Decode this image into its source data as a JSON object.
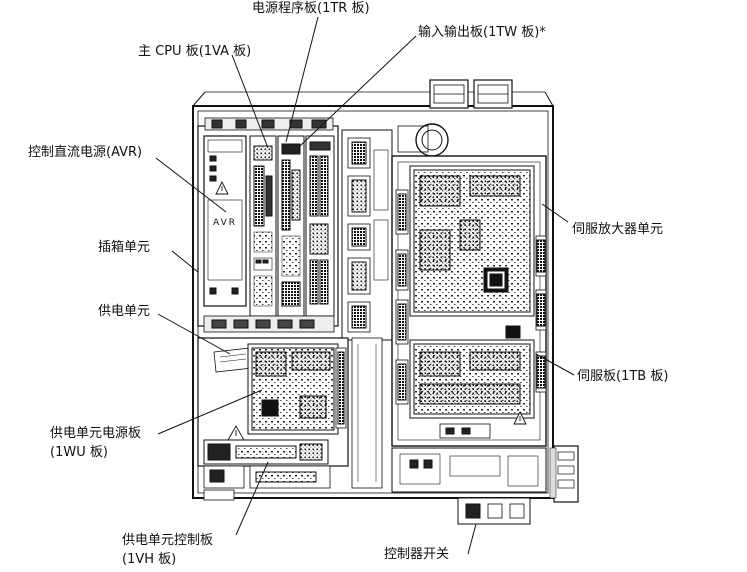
{
  "labels": {
    "power_program_board": "电源程序板(1TR 板)",
    "io_board": "输入输出板(1TW 板)*",
    "main_cpu_board": "主 CPU 板(1VA 板)",
    "control_dc_power": "控制直流电源(AVR)",
    "rack_unit": "插箱单元",
    "power_supply_unit": "供电单元",
    "psu_power_board_line1": "供电单元电源板",
    "psu_power_board_line2": "(1WU 板)",
    "psu_control_board_line1": "供电单元控制板",
    "psu_control_board_line2": "(1VH 板)",
    "servo_amp_unit": "伺服放大器单元",
    "servo_board": "伺服板(1TB 板)",
    "controller_switch": "控制器开关"
  },
  "device_text": {
    "avr": "AVR"
  }
}
